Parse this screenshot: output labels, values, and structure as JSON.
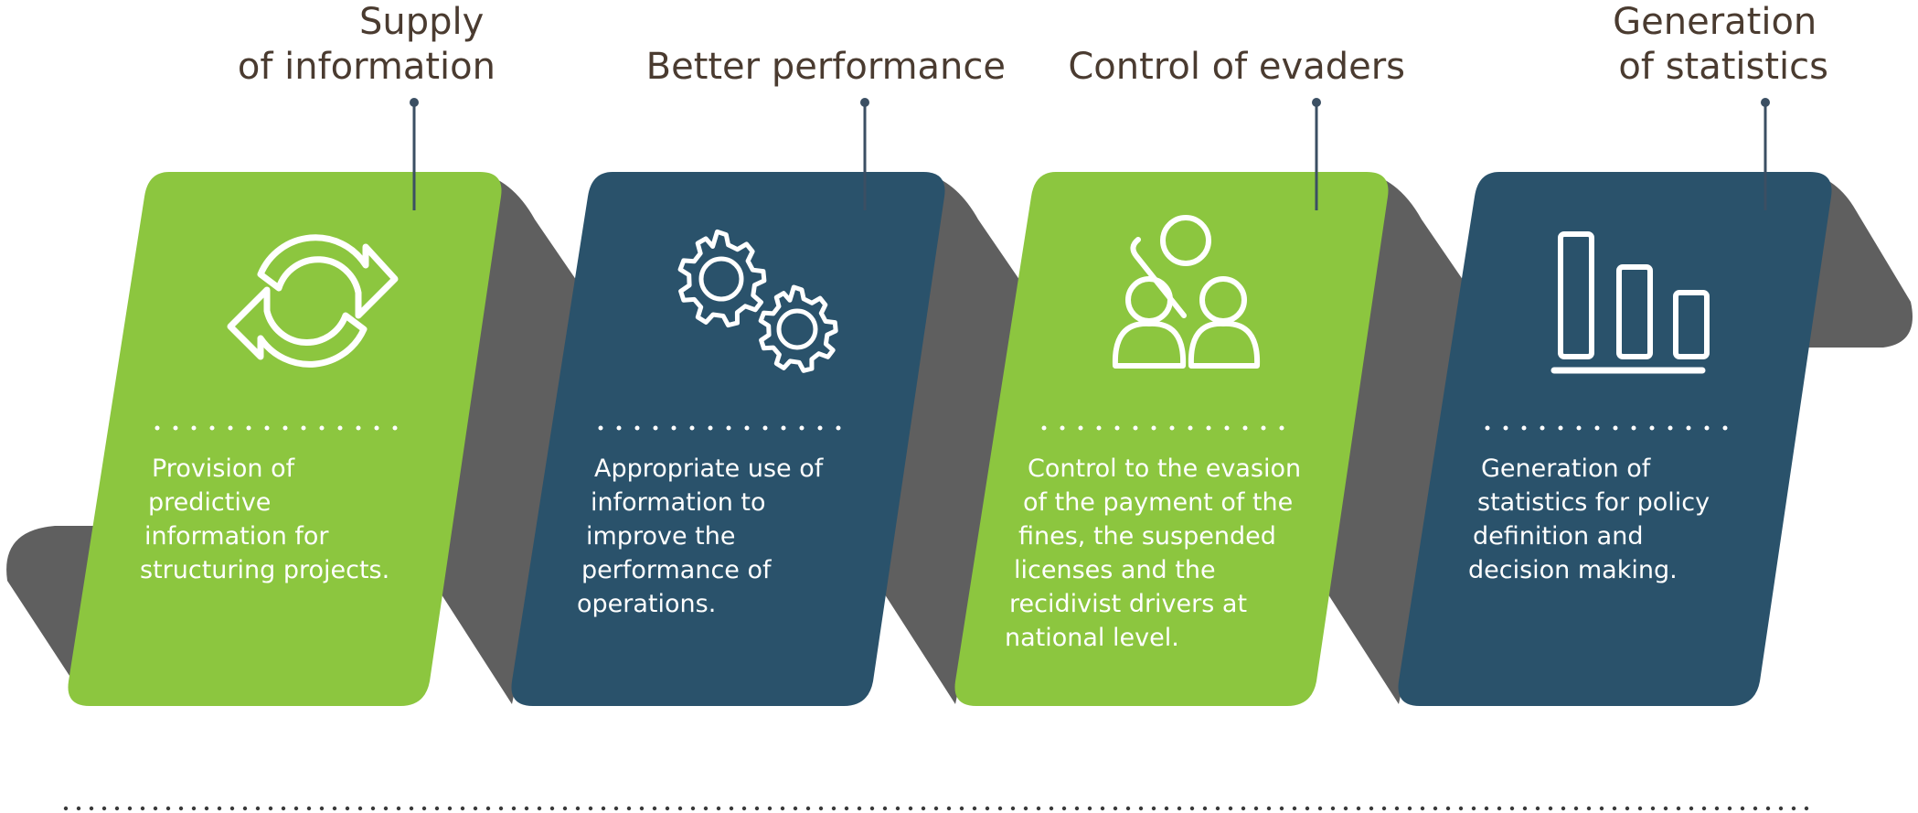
{
  "colors": {
    "green": "#8cc63f",
    "navy": "#2a526b",
    "shadow": "#5f5f5f",
    "title_text": "#4a3b30",
    "connector": "#3b4f63",
    "body_text": "#ffffff"
  },
  "steps": [
    {
      "title_lines": [
        "Supply",
        "of information"
      ],
      "description_lines": [
        "Provision of",
        "predictive",
        "information for",
        "structuring projects."
      ],
      "icon": "refresh-arrows-icon",
      "color": "green"
    },
    {
      "title_lines": [
        "Better performance"
      ],
      "description_lines": [
        "Appropriate use of",
        "information to",
        "improve the",
        "performance of",
        "operations."
      ],
      "icon": "gears-icon",
      "color": "navy"
    },
    {
      "title_lines": [
        "Control of evaders"
      ],
      "description_lines": [
        "Control to the evasion",
        "of the payment of the",
        "fines, the suspended",
        "licenses and the",
        "recidivist drivers at",
        "national level."
      ],
      "icon": "people-pointer-icon",
      "color": "green"
    },
    {
      "title_lines": [
        "Generation",
        "of statistics"
      ],
      "description_lines": [
        "Generation of",
        "statistics for policy",
        "definition and",
        "decision making."
      ],
      "icon": "bar-chart-icon",
      "color": "navy"
    }
  ]
}
